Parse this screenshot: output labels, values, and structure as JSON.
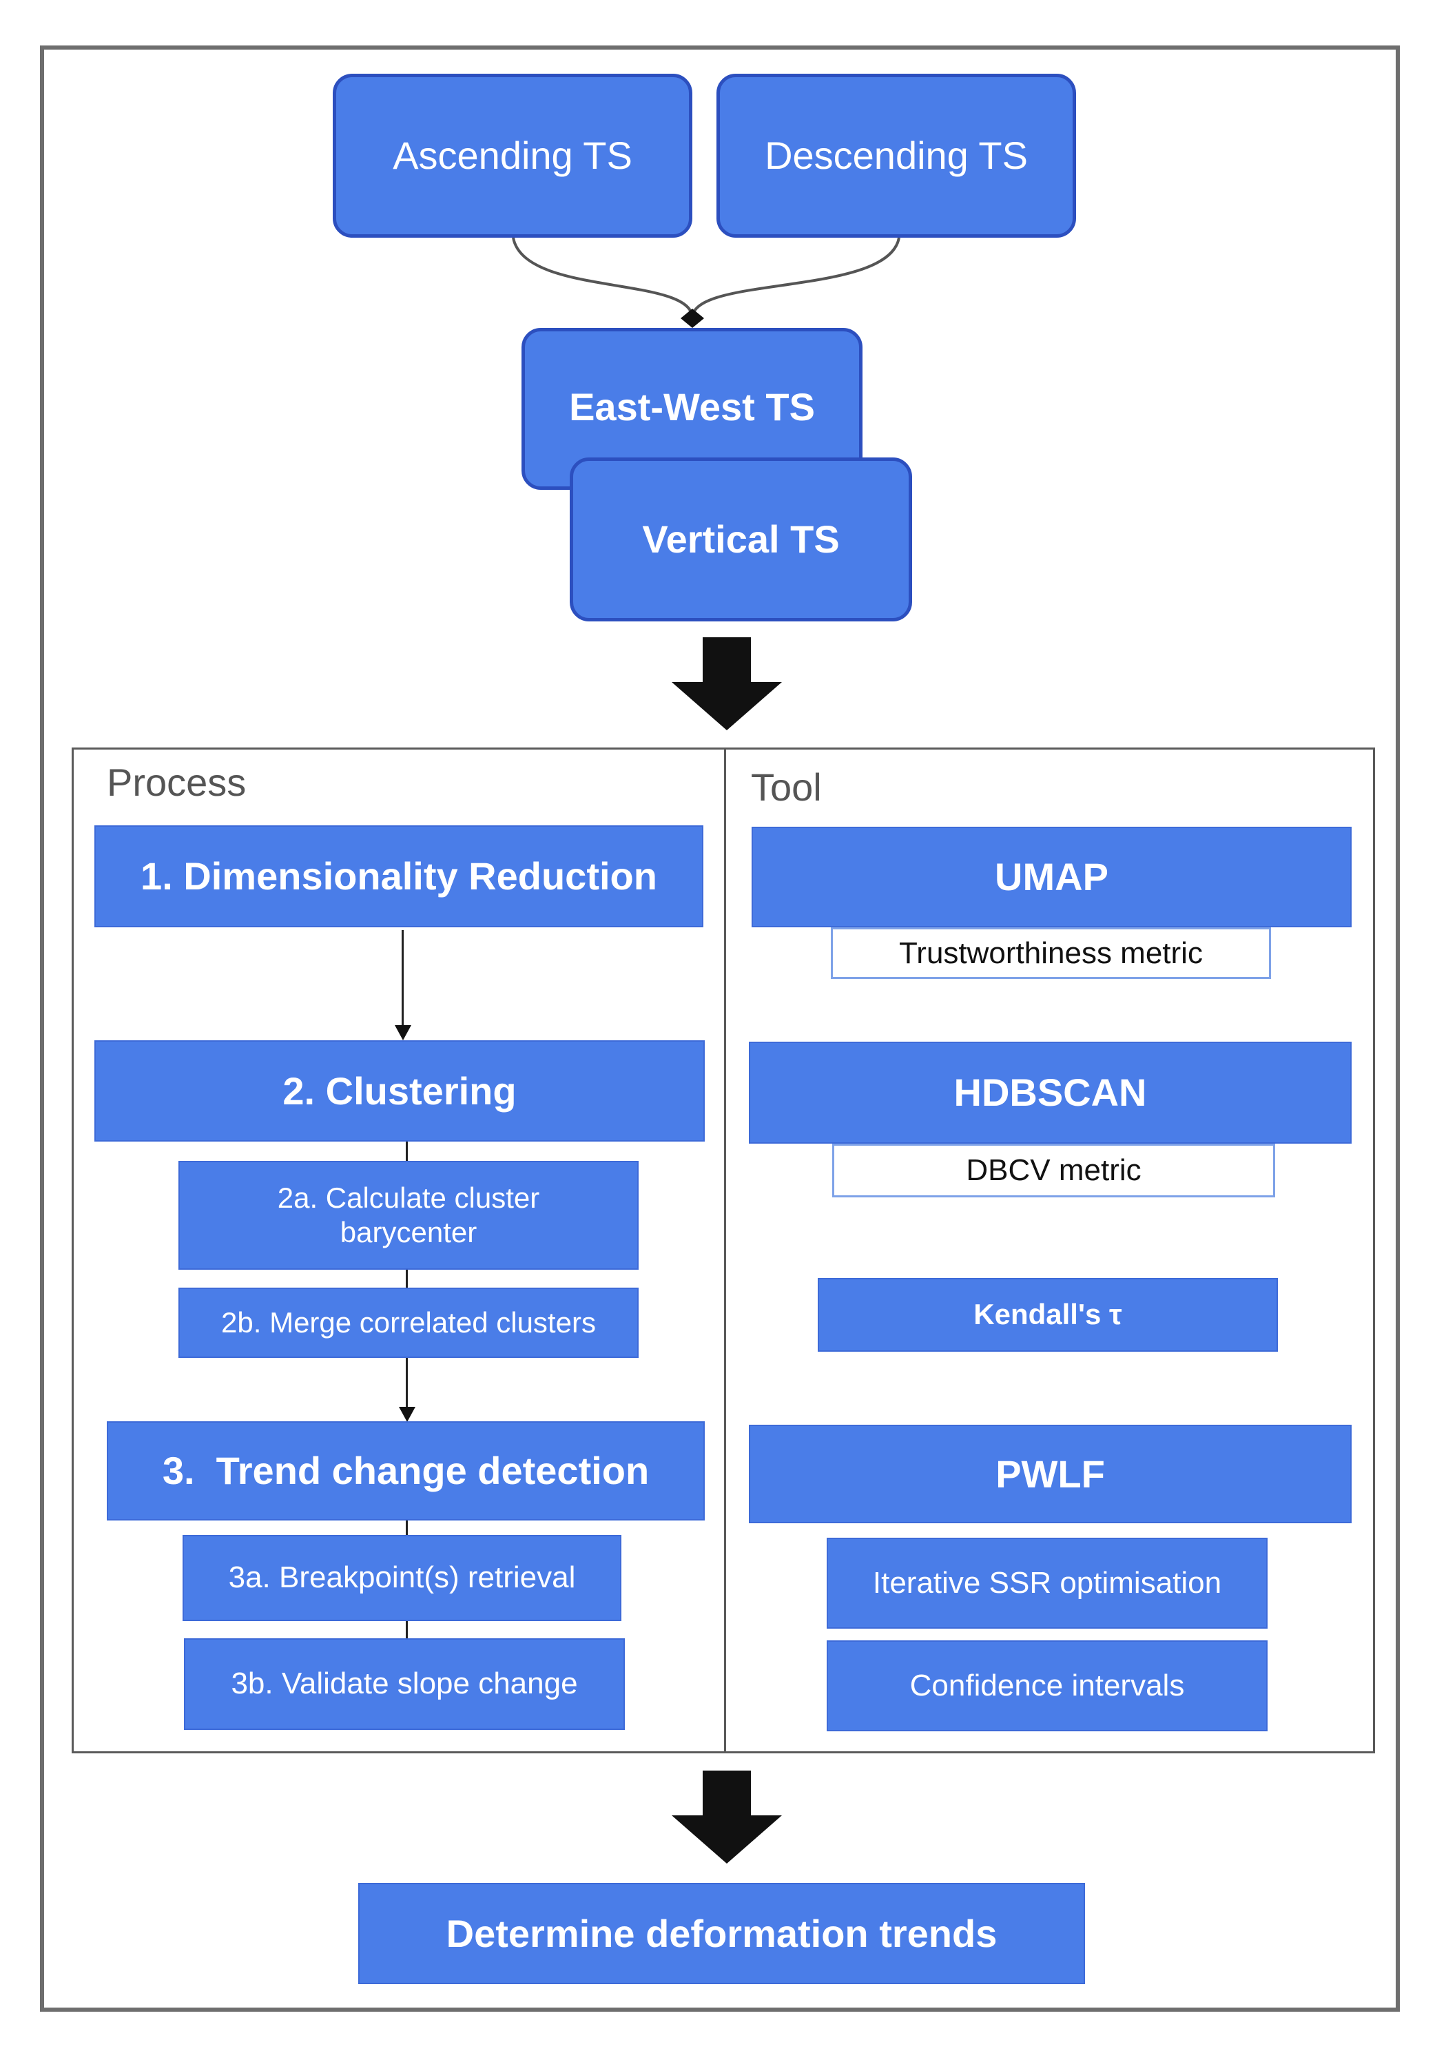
{
  "colors": {
    "box_fill": "#4a7de8",
    "box_border": "#2c4fbf",
    "frame": "#6e6e6e",
    "arrow": "#111111"
  },
  "inputs": {
    "ascending": "Ascending TS",
    "descending": "Descending TS",
    "east_west": "East-West TS",
    "vertical": "Vertical TS"
  },
  "columns": {
    "process": "Process",
    "tool": "Tool"
  },
  "process": {
    "step1": "1. Dimensionality Reduction",
    "step2": "2. Clustering",
    "step2a": "2a. Calculate cluster barycenter",
    "step2b": "2b. Merge correlated clusters",
    "step3": "3.  Trend change detection",
    "step3a": "3a. Breakpoint(s) retrieval",
    "step3b": "3b. Validate slope change"
  },
  "tools": {
    "umap": "UMAP",
    "umap_metric": "Trustworthiness metric",
    "hdbscan": "HDBSCAN",
    "hdbscan_metric": "DBCV metric",
    "kendall": "Kendall's τ",
    "pwlf": "PWLF",
    "pwlf_opt": "Iterative SSR optimisation",
    "pwlf_ci": "Confidence intervals"
  },
  "output": {
    "final": "Determine deformation trends"
  }
}
